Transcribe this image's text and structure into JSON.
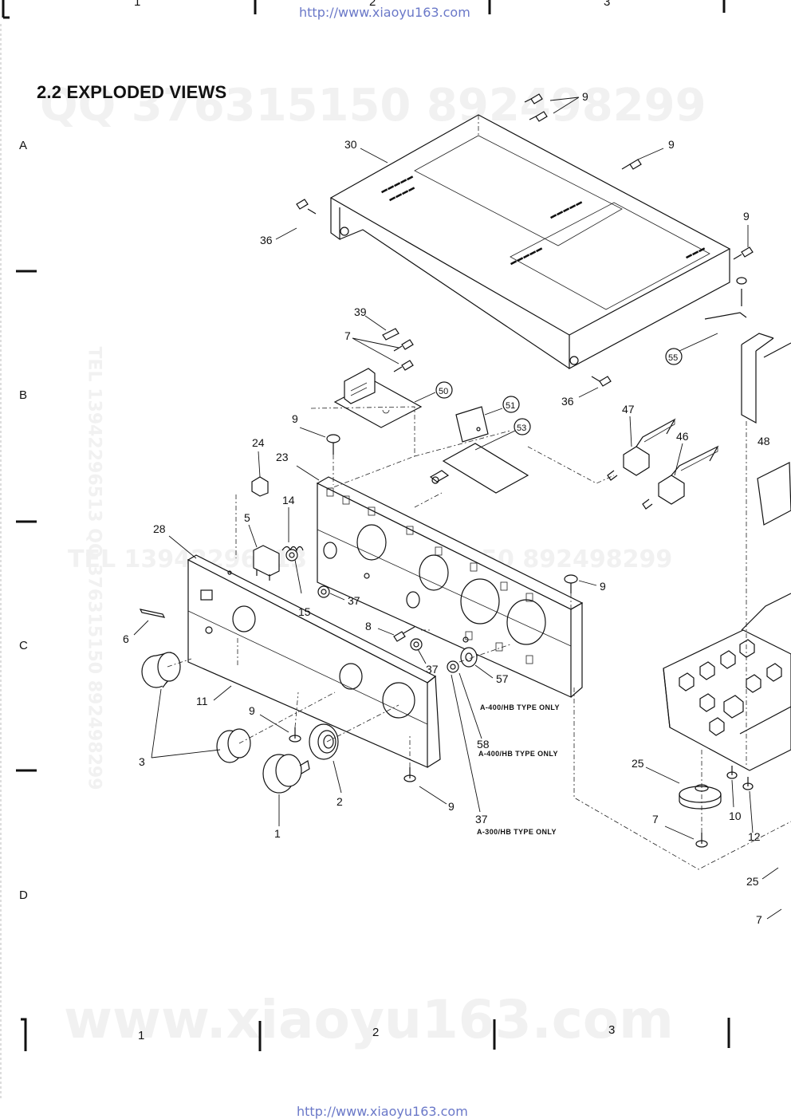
{
  "header": {
    "url_top": "http://www.xiaoyu163.com",
    "url_bottom": "http://www.xiaoyu163.com"
  },
  "section": {
    "title": "2.2 EXPLODED VIEWS"
  },
  "grid": {
    "rows": [
      "A",
      "B",
      "C",
      "D"
    ],
    "top_cols": [
      "1",
      "2",
      "3"
    ],
    "bottom_cols": [
      "1",
      "2",
      "3"
    ]
  },
  "watermarks": {
    "qq_line": "QQ 376315150   892498299",
    "tel_line": "TEL 13942296513   QQ 376315150   892498299",
    "vertical": "TEL 13942296513  QQ 376315150  892498299",
    "site": "www.xiaoyu163.com"
  },
  "callouts": [
    {
      "id": "c9a",
      "text": "9"
    },
    {
      "id": "c30",
      "text": "30"
    },
    {
      "id": "c9b",
      "text": "9"
    },
    {
      "id": "c36a",
      "text": "36"
    },
    {
      "id": "c9c",
      "text": "9"
    },
    {
      "id": "c39",
      "text": "39"
    },
    {
      "id": "c7a",
      "text": "7"
    },
    {
      "id": "c55",
      "text": "55"
    },
    {
      "id": "c36b",
      "text": "36"
    },
    {
      "id": "c50",
      "text": "50"
    },
    {
      "id": "c51",
      "text": "51"
    },
    {
      "id": "c9d",
      "text": "9"
    },
    {
      "id": "c53",
      "text": "53"
    },
    {
      "id": "c47",
      "text": "47"
    },
    {
      "id": "c46",
      "text": "46"
    },
    {
      "id": "c48",
      "text": "48"
    },
    {
      "id": "c24",
      "text": "24"
    },
    {
      "id": "c23",
      "text": "23"
    },
    {
      "id": "c14",
      "text": "14"
    },
    {
      "id": "c5",
      "text": "5"
    },
    {
      "id": "c28",
      "text": "28"
    },
    {
      "id": "c37a",
      "text": "37"
    },
    {
      "id": "c15",
      "text": "15"
    },
    {
      "id": "c9e",
      "text": "9"
    },
    {
      "id": "c6",
      "text": "6"
    },
    {
      "id": "c8",
      "text": "8"
    },
    {
      "id": "c37b",
      "text": "37"
    },
    {
      "id": "c57",
      "text": "57"
    },
    {
      "id": "c11",
      "text": "11"
    },
    {
      "id": "c9f",
      "text": "9"
    },
    {
      "id": "c58",
      "text": "58"
    },
    {
      "id": "c3",
      "text": "3"
    },
    {
      "id": "c2",
      "text": "2"
    },
    {
      "id": "c9g",
      "text": "9"
    },
    {
      "id": "c1",
      "text": "1"
    },
    {
      "id": "c37c",
      "text": "37"
    },
    {
      "id": "c25a",
      "text": "25"
    },
    {
      "id": "c10",
      "text": "10"
    },
    {
      "id": "c7b",
      "text": "7"
    },
    {
      "id": "c12",
      "text": "12"
    },
    {
      "id": "c25b",
      "text": "25"
    },
    {
      "id": "c7c",
      "text": "7"
    }
  ],
  "notes": {
    "n57": "A-400/HB TYPE ONLY",
    "n58": "A-400/HB TYPE ONLY",
    "n37": "A-300/HB TYPE ONLY"
  }
}
